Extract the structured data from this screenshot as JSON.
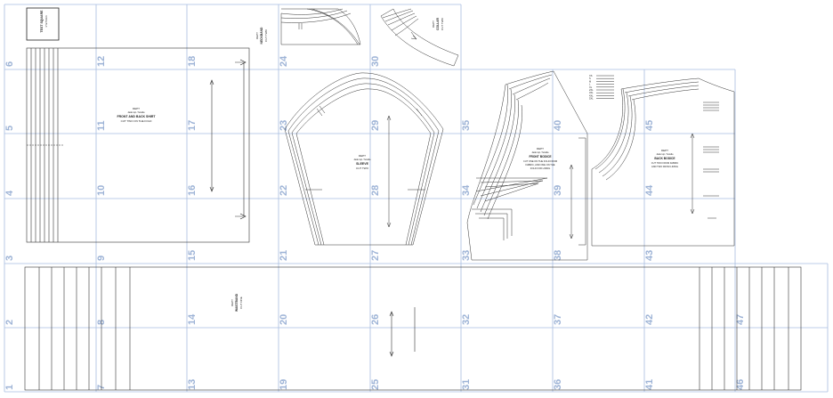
{
  "document": {
    "type": "pdf-sewing-pattern-layout",
    "test_square": {
      "line1": "TEST SQUARE",
      "line2": "1\"/2.54cm"
    },
    "tile_numbers": [
      "1",
      "2",
      "3",
      "4",
      "5",
      "6",
      "7",
      "8",
      "9",
      "10",
      "11",
      "12",
      "13",
      "14",
      "15",
      "16",
      "17",
      "18",
      "19",
      "20",
      "21",
      "22",
      "23",
      "24",
      "25",
      "26",
      "27",
      "28",
      "29",
      "30",
      "31",
      "32",
      "33",
      "34",
      "35",
      "36",
      "37",
      "38",
      "39",
      "40",
      "41",
      "42",
      "43",
      "44",
      "45",
      "46",
      "47"
    ],
    "pieces": {
      "front_back": {
        "brand": "DEPT",
        "sub": "Jade top / hoodie",
        "name": "FRONT AND BACK SHIRT",
        "instr": "CUT TWO ON THE FOLD"
      },
      "sleeve": {
        "brand": "DEPT",
        "sub": "Jade top / hoodie",
        "name": "SLEEVE",
        "instr": "CUT TWO"
      },
      "front_bodice": {
        "brand": "DEPT",
        "sub": "Jade top / hoodie",
        "name": "FRONT BODICE",
        "instr": "CUT ONE ON THE FOLD FROM",
        "instr2": "FABRIC, AND ONE ON THE",
        "instr3": "FOLD FOR LINING"
      },
      "back_bodice": {
        "brand": "DEPT",
        "sub": "Jade top / hoodie",
        "name": "BACK BODICE",
        "instr": "CUT TWO FROM FABRIC",
        "instr2": "AND TWO FROM LINING"
      },
      "waistband": {
        "brand": "DEPT",
        "name": "WAISTBAND",
        "instr": "CUT ONE"
      },
      "neckband": {
        "brand": "DEPT",
        "name": "NECKBAND",
        "instr": "CUT TWO"
      },
      "collar": {
        "brand": "DEPT",
        "name": "COLLAR",
        "instr": "CUT TWO"
      },
      "size_key": [
        "XS",
        "S",
        "M",
        "L",
        "XL",
        "2XL",
        "3XL",
        "4XL",
        "5XL"
      ]
    }
  }
}
